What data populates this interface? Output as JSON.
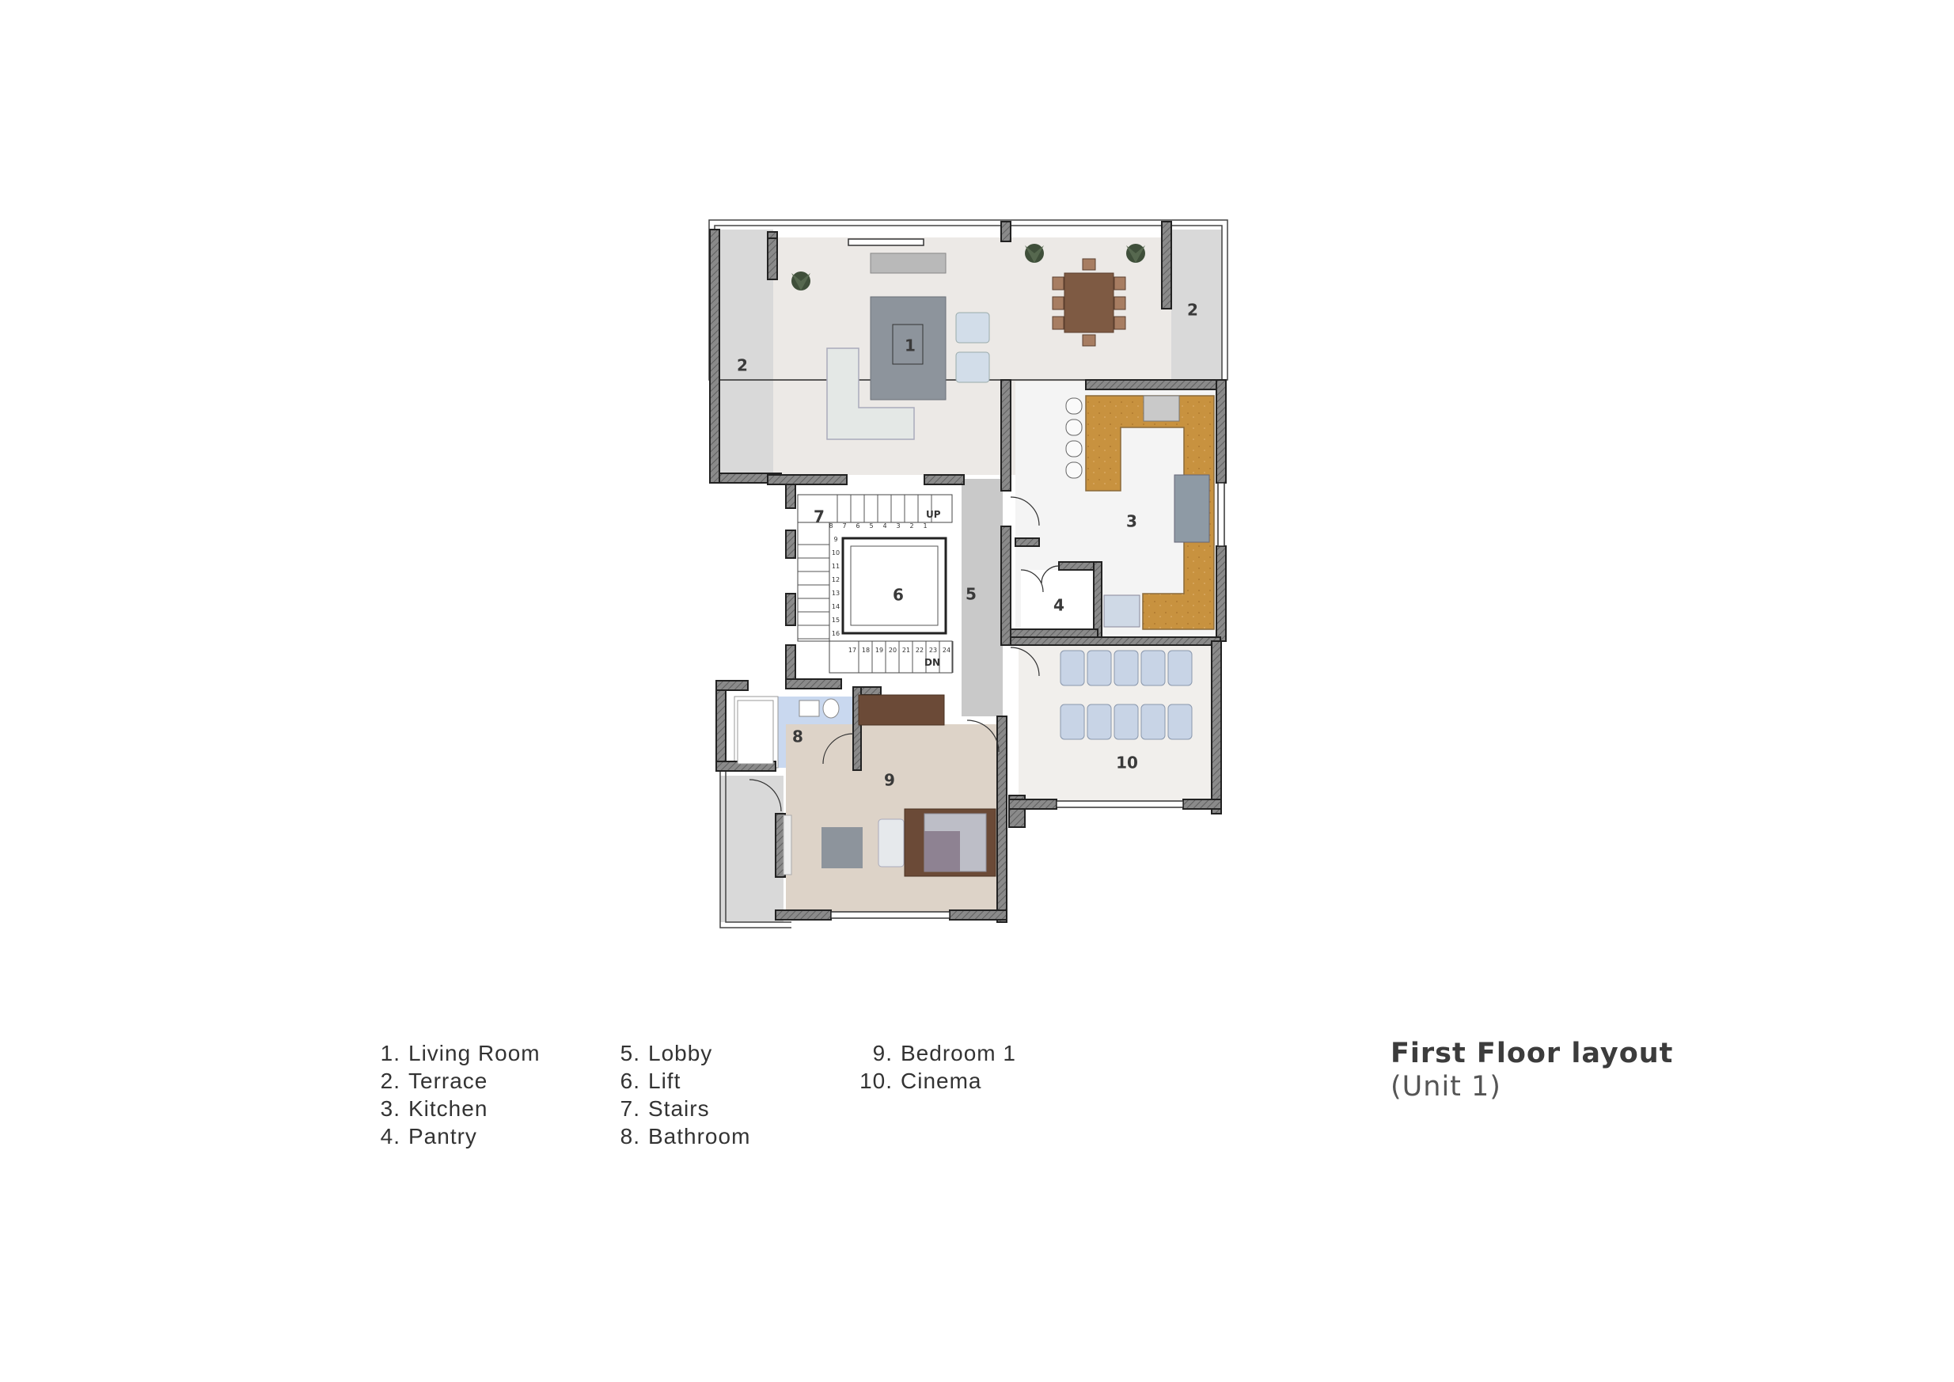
{
  "rooms": {
    "r1": "1",
    "r2a": "2",
    "r2b": "2",
    "r3": "3",
    "r4": "4",
    "r5": "5",
    "r6": "6",
    "r7": "7",
    "r8": "8",
    "r9": "9",
    "r10": "10"
  },
  "stairs": {
    "up_label": "UP",
    "down_label": "DN",
    "steps_top": [
      "1",
      "2",
      "3",
      "4",
      "5",
      "6",
      "7",
      "8"
    ],
    "steps_left": [
      "9",
      "10",
      "11",
      "12",
      "13",
      "14",
      "15",
      "16"
    ],
    "steps_bottom": [
      "17",
      "18",
      "19",
      "20",
      "21",
      "22",
      "23",
      "24"
    ]
  },
  "legend": {
    "col1": [
      {
        "num": "1.",
        "name": "Living Room"
      },
      {
        "num": "2.",
        "name": "Terrace"
      },
      {
        "num": "3.",
        "name": "Kitchen"
      },
      {
        "num": "4.",
        "name": "Pantry"
      }
    ],
    "col2": [
      {
        "num": "5.",
        "name": "Lobby"
      },
      {
        "num": "6.",
        "name": "Lift"
      },
      {
        "num": "7.",
        "name": "Stairs"
      },
      {
        "num": "8.",
        "name": "Bathroom"
      }
    ],
    "col3": [
      {
        "num": "9.",
        "name": "Bedroom 1"
      },
      {
        "num": "10.",
        "name": "Cinema"
      }
    ]
  },
  "title": {
    "main": "First Floor layout",
    "sub": "(Unit 1)"
  },
  "colors": {
    "wall": "#7a7a7a",
    "wall_outline": "#222222",
    "living_floor": "#ece9e6",
    "terrace": "#d9d9d9",
    "kitchen_floor": "#f3f3f3",
    "counter": "#c8923f",
    "lobby": "#c9c9c9",
    "bathroom": "#c9d8ef",
    "bedroom_floor": "#ddd3c8",
    "cinema_floor": "#f1efec",
    "seat": "#c8d4e6",
    "rug": "#8d949c",
    "sofa": "#e4e8e6",
    "dining_table": "#7e5a43",
    "bed_wood": "#6b4a37"
  }
}
